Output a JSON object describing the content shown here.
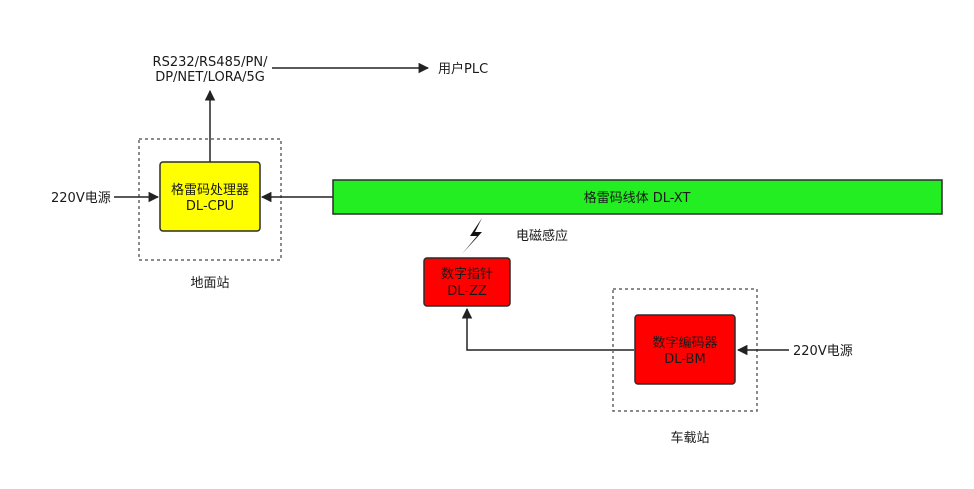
{
  "colors": {
    "processor_fill": "#ffff00",
    "line_body_fill": "#22ee22",
    "red_block_fill": "#ff0000",
    "station_border": "#666666"
  },
  "protocols": {
    "line1": "RS232/RS485/PN/",
    "line2": "DP/NET/LORA/5G"
  },
  "user_plc": "用户PLC",
  "ground_station": {
    "label": "地面站",
    "power_label": "220V电源",
    "processor": {
      "name": "格雷码处理器",
      "model": "DL-CPU"
    }
  },
  "line_body": {
    "label": "格雷码线体 DL-XT"
  },
  "em_induction": {
    "label": "电磁感应",
    "icon": "lightning-bolt-icon"
  },
  "digital_pointer": {
    "name": "数字指针",
    "model": "DL-ZZ"
  },
  "vehicle_station": {
    "label": "车载站",
    "power_label": "220V电源",
    "encoder": {
      "name": "数字编码器",
      "model": "DL-BM"
    }
  }
}
